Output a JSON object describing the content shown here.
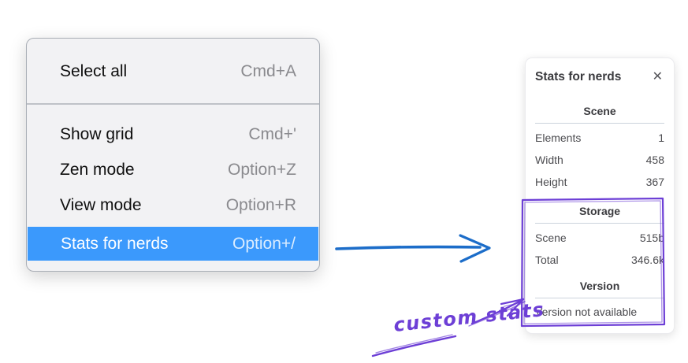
{
  "context_menu": {
    "items": [
      {
        "label": "Select all",
        "shortcut": "Cmd+A"
      },
      {
        "label": "Show grid",
        "shortcut": "Cmd+'"
      },
      {
        "label": "Zen mode",
        "shortcut": "Option+Z"
      },
      {
        "label": "View mode",
        "shortcut": "Option+R"
      },
      {
        "label": "Stats for nerds",
        "shortcut": "Option+/",
        "selected": "true"
      }
    ],
    "highlight_color": "#3b99fc"
  },
  "stats_panel": {
    "title": "Stats for nerds",
    "close_glyph": "✕",
    "sections": [
      {
        "heading": "Scene",
        "rows": [
          {
            "label": "Elements",
            "value": "1"
          },
          {
            "label": "Width",
            "value": "458"
          },
          {
            "label": "Height",
            "value": "367"
          }
        ]
      },
      {
        "heading": "Storage",
        "rows": [
          {
            "label": "Scene",
            "value": "515b"
          },
          {
            "label": "Total",
            "value": "346.6k"
          }
        ]
      },
      {
        "heading": "Version",
        "note": "Version not available"
      }
    ]
  },
  "annotations": {
    "custom_stats_label": "custom stats",
    "blue_arrow_color": "#1c6dc9",
    "purple_color": "#6d3fd6"
  }
}
